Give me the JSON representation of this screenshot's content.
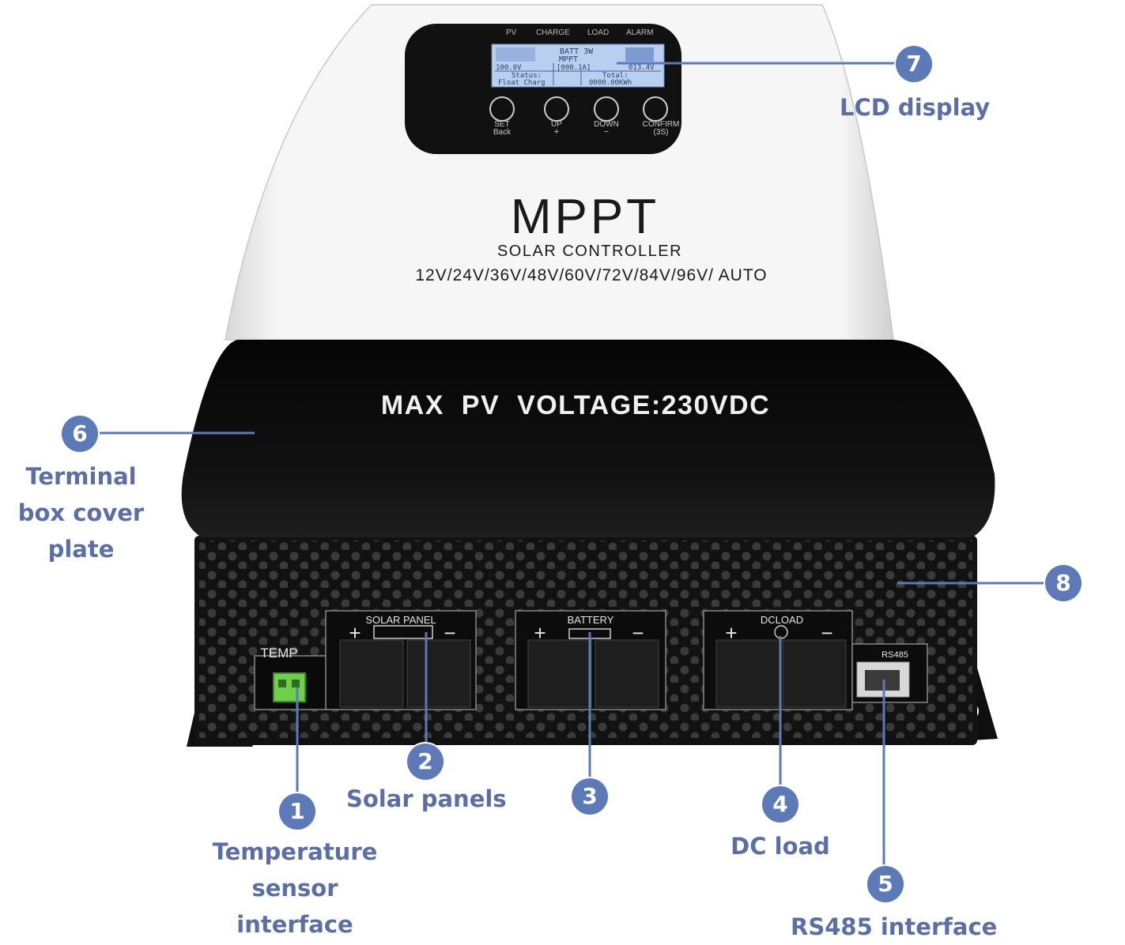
{
  "panel": {
    "indicators": [
      "PV",
      "CHARGE",
      "LOAD",
      "ALARM"
    ],
    "screen": {
      "line1": "BATT 3W",
      "line2": "MPPT",
      "line3a": "100.0V",
      "line3b": "[000.1A]",
      "line3c": "013.4V",
      "line4a": "Status:",
      "line4b": "Total:",
      "line5a": "Float Charg",
      "line5b": "0000.00KWh"
    },
    "buttons": [
      {
        "label": "SET",
        "sub": "Back"
      },
      {
        "label": "UP",
        "sub": "+"
      },
      {
        "label": "DOWN",
        "sub": "−"
      },
      {
        "label": "CONFIRM",
        "sub": "(3S)"
      }
    ]
  },
  "brand": {
    "title": "MPPT",
    "subtitle": "SOLAR CONTROLLER",
    "voltages": "12V/24V/36V/48V/60V/72V/84V/96V/ AUTO"
  },
  "cover": {
    "text": "MAX  PV  VOLTAGE:230VDC"
  },
  "ports": {
    "temp": "TEMP",
    "solar": "SOLAR PANEL",
    "battery": "BATTERY",
    "dcload": "DCLOAD",
    "rs485": "RS485",
    "plus": "+",
    "minus": "−"
  },
  "callouts": [
    {
      "number": "1",
      "label": "Temperature sensor interface"
    },
    {
      "number": "2",
      "label": "Solar panels"
    },
    {
      "number": "3",
      "label": ""
    },
    {
      "number": "4",
      "label": "DC load"
    },
    {
      "number": "5",
      "label": "RS485 interface"
    },
    {
      "number": "6",
      "label": "Terminal box cover plate"
    },
    {
      "number": "7",
      "label": "LCD display"
    },
    {
      "number": "8",
      "label": ""
    }
  ],
  "colors": {
    "callout": "#5d7ab8",
    "label": "#5a6fa8",
    "body_white": "#f4f4f4",
    "body_black": "#0e0e0e",
    "lcd": "#b9cff0",
    "connector_green": "#6ed04a"
  }
}
